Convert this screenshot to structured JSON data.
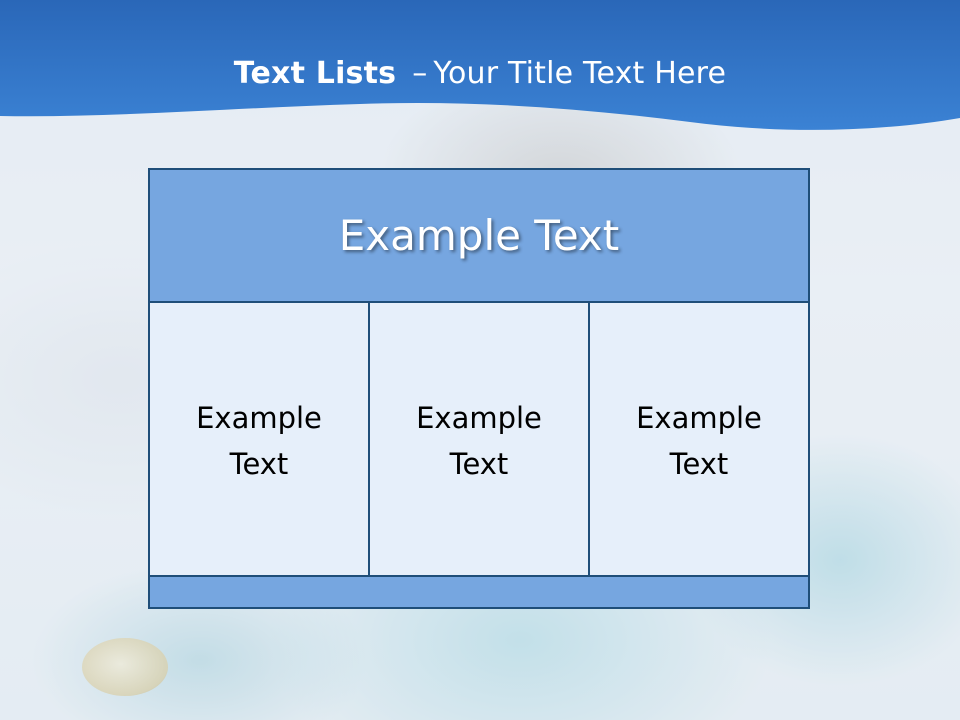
{
  "slide": {
    "title_bold": "Text Lists",
    "title_dash": "–",
    "title_rest": "Your Title Text Here"
  },
  "diagram": {
    "header": "Example Text",
    "columns": [
      {
        "label": "Example\nText"
      },
      {
        "label": "Example\nText"
      },
      {
        "label": "Example\nText"
      }
    ]
  },
  "colors": {
    "header_band": "#2f6fbf",
    "box_header": "#76a6e0",
    "box_body": "#e6effa",
    "box_border": "#1f4e79"
  }
}
